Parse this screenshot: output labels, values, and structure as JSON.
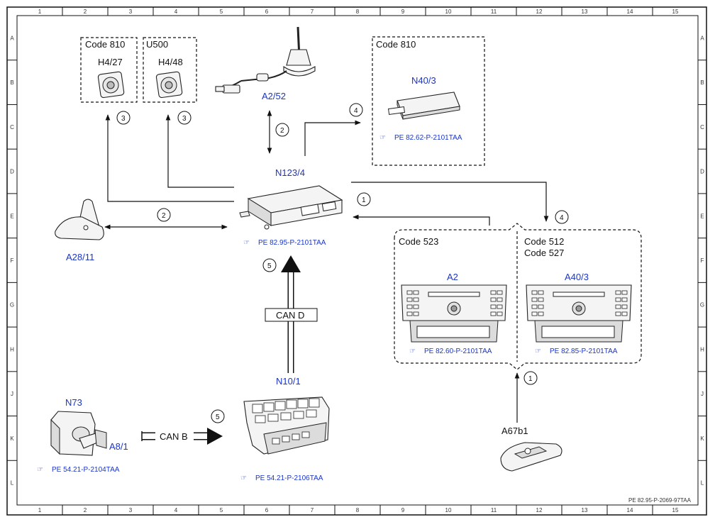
{
  "ruler": {
    "columns": [
      "1",
      "2",
      "3",
      "4",
      "5",
      "6",
      "7",
      "8",
      "9",
      "10",
      "11",
      "12",
      "13",
      "14",
      "15"
    ],
    "rows": [
      "A",
      "B",
      "C",
      "D",
      "E",
      "F",
      "G",
      "H",
      "J",
      "K",
      "L"
    ]
  },
  "groups": {
    "code810_small": {
      "title": "Code 810",
      "component": "H4/27"
    },
    "u500": {
      "title": "U500",
      "component": "H4/48"
    },
    "code810_large": {
      "title": "Code 810",
      "component": "N40/3",
      "reference": "PE 82.62-P-2101TAA"
    },
    "code523": {
      "title": "Code 523",
      "component": "A2",
      "reference": "PE 82.60-P-2101TAA"
    },
    "code512_527": {
      "title_line1": "Code 512",
      "title_line2": "Code 527",
      "component": "A40/3",
      "reference": "PE 82.85-P-2101TAA"
    }
  },
  "components": {
    "antenna": {
      "label": "A2/52"
    },
    "n123": {
      "label": "N123/4",
      "reference": "PE 82.95-P-2101TAA"
    },
    "a28": {
      "label": "A28/11"
    },
    "n10": {
      "label": "N10/1",
      "reference": "PE 54.21-P-2106TAA"
    },
    "n73": {
      "label": "N73",
      "sub_label": "A8/1",
      "reference": "PE 54.21-P-2104TAA"
    },
    "a67": {
      "label": "A67b1"
    }
  },
  "buses": {
    "can_d": "CAN D",
    "can_b": "CAN B"
  },
  "callouts": {
    "c1": "1",
    "c2": "2",
    "c3": "3",
    "c4": "4",
    "c5": "5"
  },
  "footer": {
    "doc_id": "PE 82.95-P-2069-97TAA"
  }
}
